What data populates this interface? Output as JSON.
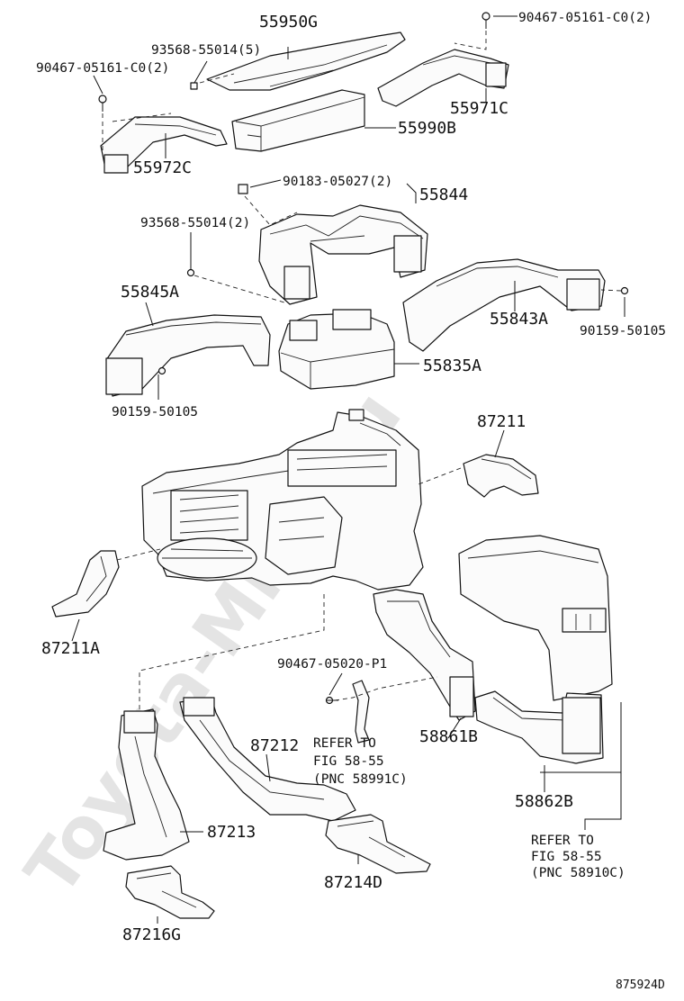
{
  "watermark": "Toyota-Mine.ru",
  "figure_code": "875924D",
  "labels": {
    "p55950G": "55950G",
    "p90467_05161_top": "90467-05161-C0(2)",
    "p93568_55014_5": "93568-55014(5)",
    "p90467_05161_left": "90467-05161-C0(2)",
    "p55971C": "55971C",
    "p55990B": "55990B",
    "p55972C": "55972C",
    "p90183_05027": "90183-05027(2)",
    "p55844": "55844",
    "p93568_55014_2": "93568-55014(2)",
    "p55845A": "55845A",
    "p55843A": "55843A",
    "p90159_50105_right": "90159-50105",
    "p55835A": "55835A",
    "p90159_50105_left": "90159-50105",
    "p87211": "87211",
    "p87211A": "87211A",
    "p90467_05020": "90467-05020-P1",
    "p87212": "87212",
    "p58861B": "58861B",
    "p87213": "87213",
    "p58862B": "58862B",
    "p87214D": "87214D",
    "p87216G": "87216G"
  },
  "refer_left": {
    "line1": "REFER TO",
    "line2": "FIG 58-55",
    "line3": "(PNC 58991C)"
  },
  "refer_right": {
    "line1": "REFER TO",
    "line2": "FIG 58-55",
    "line3": "(PNC 58910C)"
  }
}
